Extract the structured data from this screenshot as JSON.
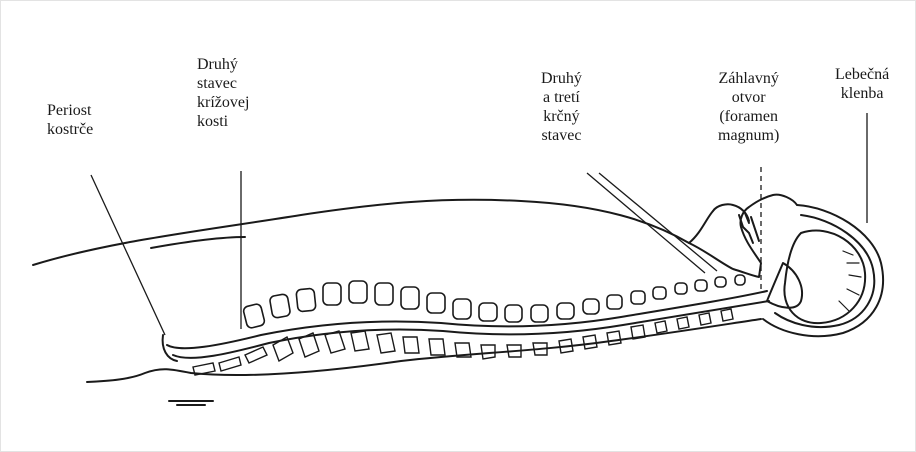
{
  "labels": {
    "periost": [
      "Periost",
      "kostrče"
    ],
    "sacral_vertebra": [
      "Druhý",
      "stavec",
      "krížovej",
      "kosti"
    ],
    "cervical_vertebrae": [
      "Druhý",
      "a tretí",
      "krčný",
      "stavec"
    ],
    "foramen_magnum": [
      "Záhlavný",
      "otvor",
      "(foramen",
      "magnum)"
    ],
    "skull_vault": [
      "Lebečná",
      "klenba"
    ]
  },
  "colors": {
    "ink": "#1a1a1a",
    "frame": "#e3e3e3"
  }
}
